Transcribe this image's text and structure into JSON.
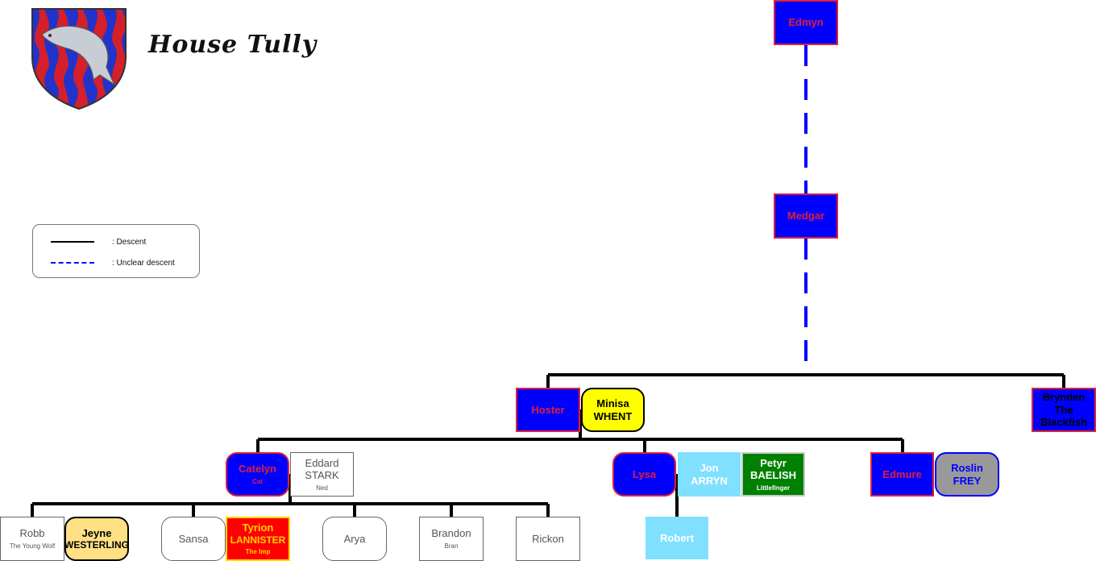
{
  "title": "House Tully",
  "legend": {
    "descent": ": Descent",
    "unclear": ": Unclear descent"
  },
  "colors": {
    "tully_fill": "#0000ff",
    "tully_border": "#e0203a",
    "line_solid": "#000000",
    "line_dashed": "#0000ff",
    "minisa_fill": "#ffff00",
    "jeyne_fill": "#ffe084",
    "tyrion_fill": "#ff0000",
    "tyrion_border": "#ffd700",
    "arryn_fill": "#80e0ff",
    "baelish_fill": "#008000",
    "frey_fill": "#999999"
  },
  "people": {
    "edmyn": {
      "name": "Edmyn"
    },
    "medgar": {
      "name": "Medgar"
    },
    "hoster": {
      "name": "Hoster"
    },
    "minisa": {
      "first": "Minisa",
      "house": "WHENT"
    },
    "brynden": {
      "name": "Brynden",
      "epithet": "The Blackfish"
    },
    "catelyn": {
      "name": "Catelyn",
      "epithet": "Cat"
    },
    "eddard": {
      "first": "Eddard",
      "house": "STARK",
      "epithet": "Ned"
    },
    "lysa": {
      "name": "Lysa"
    },
    "jon": {
      "first": "Jon",
      "house": "ARRYN"
    },
    "petyr": {
      "first": "Petyr",
      "house": "BAELISH",
      "epithet": "Littlefinger"
    },
    "edmure": {
      "name": "Edmure"
    },
    "roslin": {
      "first": "Roslin",
      "house": "FREY"
    },
    "robb": {
      "name": "Robb",
      "epithet": "The Young Wolf"
    },
    "jeyne": {
      "first": "Jeyne",
      "house": "WESTERLING"
    },
    "sansa": {
      "name": "Sansa"
    },
    "tyrion": {
      "first": "Tyrion",
      "house": "LANNISTER",
      "epithet": "The Imp"
    },
    "arya": {
      "name": "Arya"
    },
    "brandon": {
      "name": "Brandon",
      "epithet": "Bran"
    },
    "rickon": {
      "name": "Rickon"
    },
    "robert": {
      "name": "Robert"
    }
  }
}
